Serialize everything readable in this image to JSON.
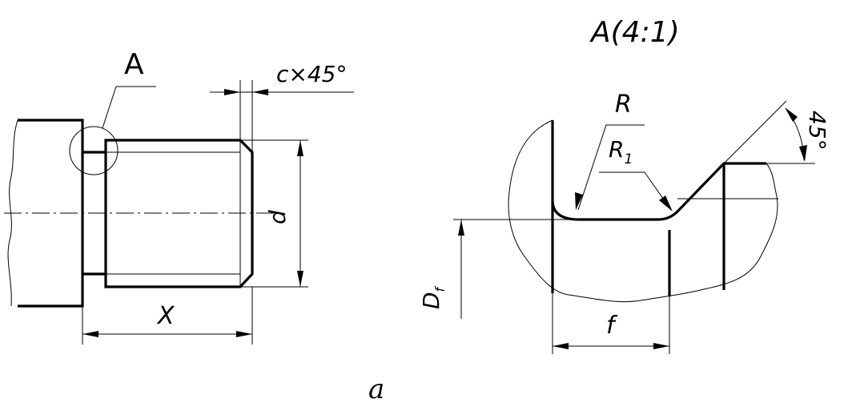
{
  "left_view": {
    "detail_ref": "A",
    "chamfer": "c×45°",
    "diameter": "d",
    "length": "X"
  },
  "detail_view": {
    "title": "A(4:1)",
    "radius": "R",
    "radius_1_base": "R",
    "radius_1_sub": "1",
    "angle": "45°",
    "diameter_base": "D",
    "diameter_sub": "f",
    "width": "f"
  },
  "caption": "a"
}
